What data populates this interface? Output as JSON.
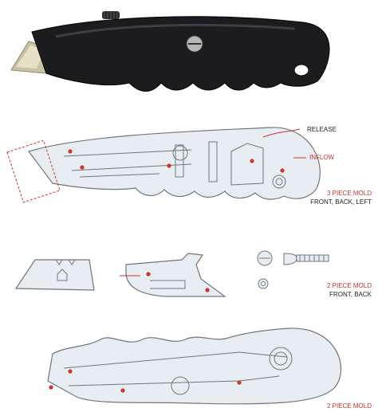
{
  "colors": {
    "background": "#ffffff",
    "handle": "#1c1c1f",
    "blade": "#c9c2a4",
    "sketch_fill": "#e8edf1",
    "sketch_line": "#6d7784",
    "accent_red": "#d2322d"
  },
  "annotations": {
    "release": "RELEASE",
    "inflow": "INFLOW",
    "mold_three_line1": "3 PIECE MOLD",
    "mold_three_line2": "FRONT, BACK, LEFT",
    "mold_two_line1": "2 PIECE MOLD",
    "mold_two_line2": "FRONT, BACK",
    "mold_two_bottom": "2 PIECE MOLD"
  }
}
